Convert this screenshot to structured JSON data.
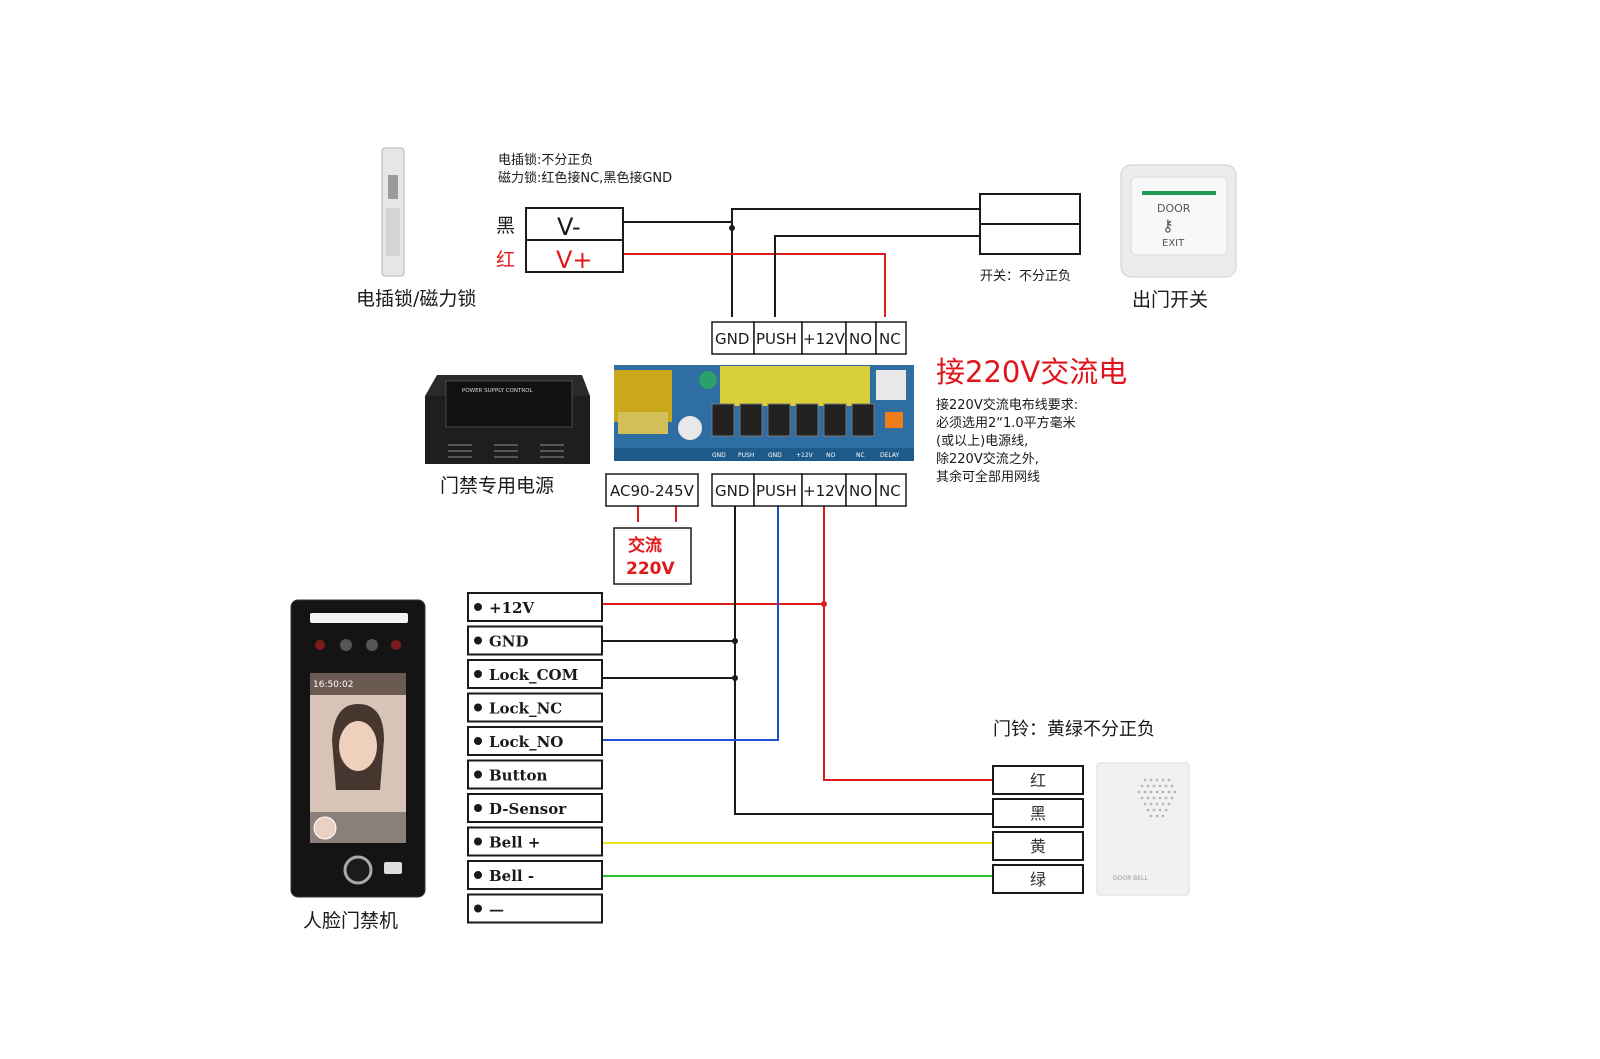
{
  "lock": {
    "note1": "电插锁:不分正负",
    "note2": "磁力锁:红色接NC,黑色接GND",
    "black_cn": "黑",
    "red_cn": "红",
    "vminus": "V-",
    "vplus": "V+",
    "caption": "电插锁/磁力锁"
  },
  "exit_button": {
    "door": "DOOR",
    "exit": "EXIT",
    "switch_note": "开关：不分正负",
    "caption": "出门开关"
  },
  "power_supply": {
    "caption": "门禁专用电源",
    "box_title": "POWER SUPPLY CONTROL",
    "terminals_top": [
      "GND",
      "PUSH",
      "+12V",
      "NO",
      "NC"
    ],
    "terminals_bottom": [
      "GND",
      "PUSH",
      "+12V",
      "NO",
      "NC"
    ],
    "ac_input": "AC90-245V",
    "ac_line1": "交流",
    "ac_line2": "220V",
    "board_labels": [
      "GND",
      "PUSH",
      "GND",
      "+12V",
      "NO",
      "NC",
      "DELAY"
    ]
  },
  "ac_notes": {
    "heading": "接220V交流电",
    "lines": [
      "接220V交流电布线要求:",
      "必须选用2“1.0平方毫米",
      "(或以上)电源线,",
      "除220V交流之外,",
      "其余可全部用网线"
    ]
  },
  "terminal": {
    "caption": "人脸门禁机",
    "time": "16:50:02",
    "pins": [
      "+12V",
      "GND",
      "Lock_COM",
      "Lock_NC",
      "Lock_NO",
      "Button",
      "D-Sensor",
      "Bell +",
      "Bell -",
      "—"
    ]
  },
  "doorbell": {
    "note": "门铃：黄绿不分正负",
    "wires": [
      "红",
      "黑",
      "黄",
      "绿"
    ],
    "brand": "DOOR BELL"
  },
  "colors": {
    "red": "#e01b1b",
    "black": "#1a1a1a",
    "blue": "#1f4fd6",
    "yellow": "#f2e21a",
    "green": "#2fc42f",
    "heading_red": "#e0151b"
  }
}
